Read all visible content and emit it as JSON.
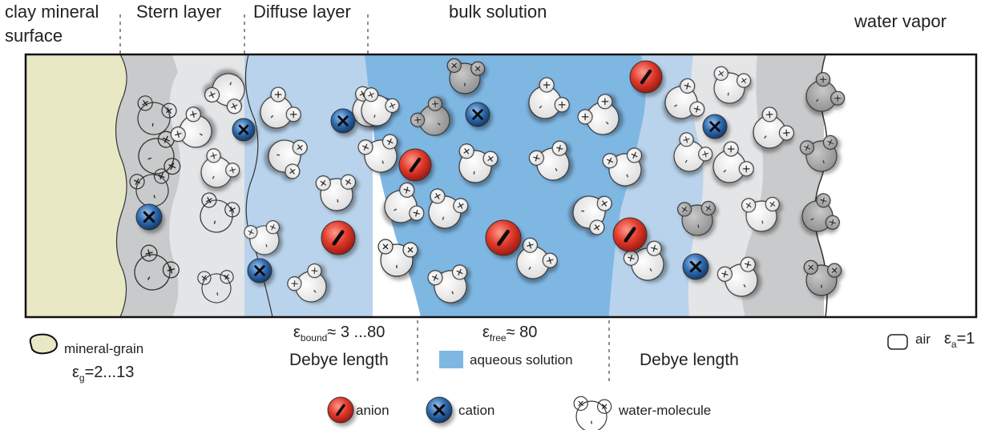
{
  "header": {
    "clay_line1": "clay mineral",
    "clay_line2": "surface",
    "stern": "Stern layer",
    "diffuse": "Diffuse layer",
    "bulk": "bulk solution",
    "vapor": "water vapor"
  },
  "footer": {
    "mineral_grain_label": "mineral-grain",
    "eps_g_symbol": "ε",
    "eps_g_sub": "g",
    "eps_g_value": "=2...13",
    "eps_bound_symbol": "ε",
    "eps_bound_sub": "bound",
    "eps_bound_value": "≈ 3 ...80",
    "eps_free_symbol": "ε",
    "eps_free_sub": "free",
    "eps_free_value": "≈ 80",
    "debye_left": "Debye length",
    "debye_right": "Debye length",
    "aqueous_label": "aqueous solution",
    "air_label": "air",
    "eps_a_symbol": "ε",
    "eps_a_sub": "a",
    "eps_a_value": "=1"
  },
  "legend": {
    "anion": "anion",
    "cation": "cation",
    "water": "water-molecule"
  },
  "colors": {
    "mineral": "#e8e8c4",
    "stern": "#c9cacb",
    "stern_light": "#e3e5e7",
    "diffuse": "#b9d3ec",
    "bulk": "#7fb7e3",
    "anion": "#e0392b",
    "cation": "#2f6bb0",
    "air": "#ffffff"
  }
}
